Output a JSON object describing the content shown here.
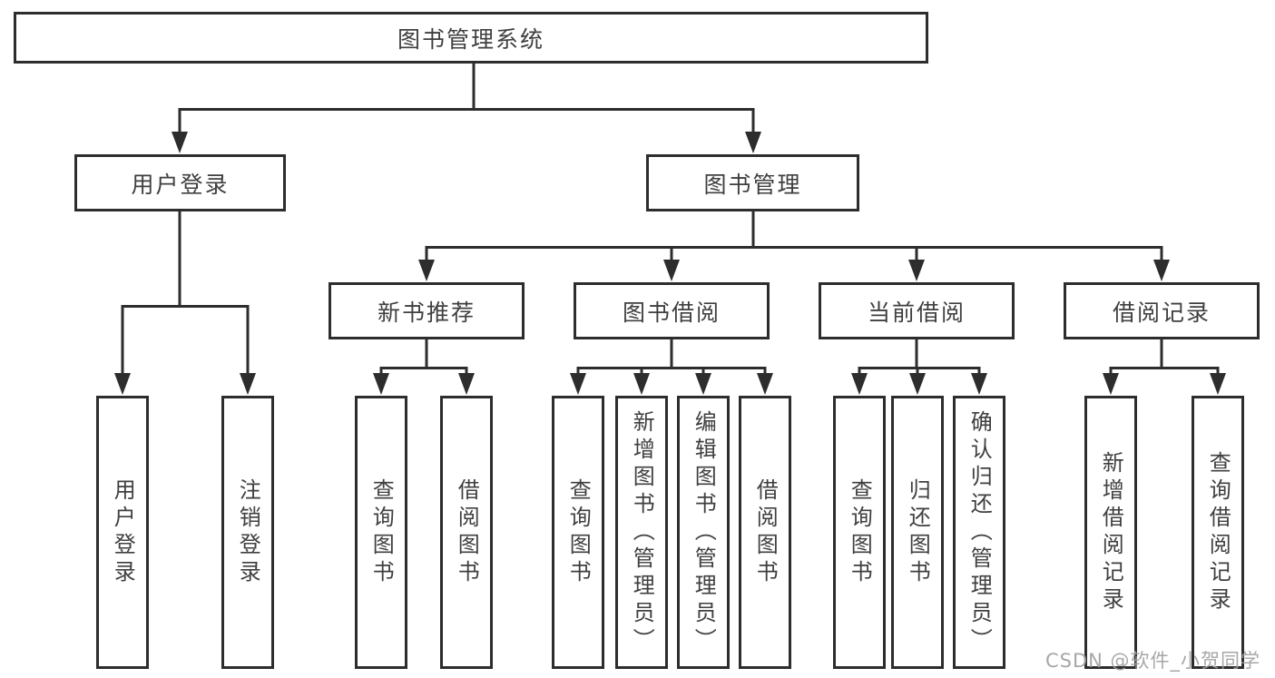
{
  "diagram": {
    "root": "图书管理系统",
    "level2": {
      "user": "用户登录",
      "book": "图书管理"
    },
    "level3": {
      "newBooks": "新书推荐",
      "borrow": "图书借阅",
      "current": "当前借阅",
      "records": "借阅记录"
    },
    "leaves": {
      "userLogin": "用户登录",
      "logout": "注销登录",
      "nbQuery": "查询图书",
      "nbBorrow": "借阅图书",
      "bbQuery": "查询图书",
      "bbAdd": "新增图书（管理员）",
      "bbEdit": "编辑图书（管理员）",
      "bbBorrow": "借阅图书",
      "cbQuery": "查询图书",
      "cbReturn": "归还图书",
      "cbConfirm": "确认归还（管理员）",
      "brAdd": "新增借阅记录",
      "brQuery": "查询借阅记录"
    }
  },
  "watermark": "CSDN @软件_小贺同学",
  "colors": {
    "line": "#2d2d2d",
    "text": "#3f3f3f",
    "watermark": "#a0a0a0"
  }
}
